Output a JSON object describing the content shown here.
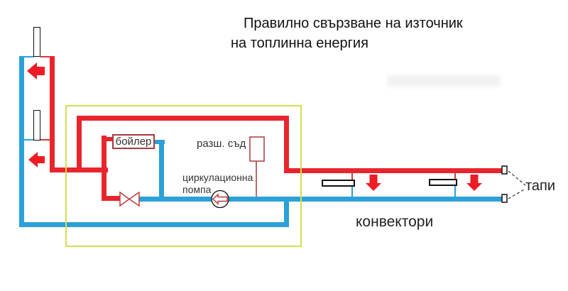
{
  "title": {
    "line1": "Правилно свързване на източник",
    "line2": "на топлинна енергия"
  },
  "labels": {
    "boiler": "бойлер",
    "expansion_vessel": "разш. съд",
    "pump_line1": "циркулационна",
    "pump_line2": "помпа",
    "convectors": "конвектори",
    "caps": "тапи"
  },
  "colors": {
    "pipe-hot": "#e8252d",
    "pipe-cold": "#2ba1d8",
    "boundary": "#d6de4b",
    "component-stroke": "#a93a3c",
    "arrow": "#ed1c24",
    "text": "#1f1f1f"
  }
}
